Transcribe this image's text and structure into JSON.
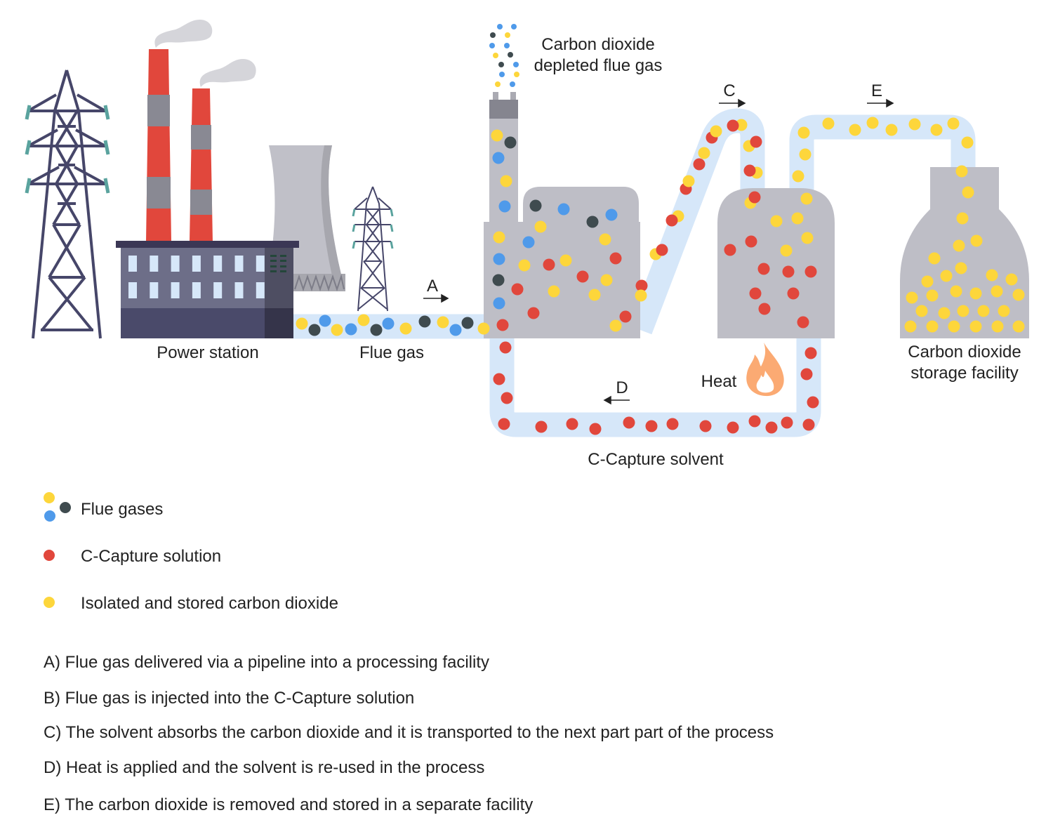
{
  "labels": {
    "power_station": "Power station",
    "flue_gas": "Flue gas",
    "depleted_line1": "Carbon dioxide",
    "depleted_line2": "depleted flue gas",
    "storage_line1": "Carbon dioxide",
    "storage_line2": "storage facility",
    "heat": "Heat",
    "solvent": "C-Capture solvent",
    "step_a": "A",
    "step_c": "C",
    "step_d": "D",
    "step_e": "E"
  },
  "legend": [
    {
      "label": "Flue gases",
      "colors": [
        "#fdd63b",
        "#3f4b4f",
        "#4f9aea"
      ]
    },
    {
      "label": "C-Capture solution",
      "colors": [
        "#e1473c"
      ]
    },
    {
      "label": "Isolated and stored carbon dioxide",
      "colors": [
        "#fdd63b"
      ]
    }
  ],
  "notes": [
    "A) Flue gas delivered via a pipeline into a processing facility",
    "B) Flue gas is injected into the C-Capture solution",
    "C) The solvent absorbs the carbon dioxide and it is transported to the next part part of the process",
    "D) Heat is applied and the solvent is re-used in the process",
    "E) The carbon dioxide is removed and stored in a separate facility"
  ],
  "colors": {
    "yellow": "#fdd63b",
    "red": "#e1473c",
    "blue": "#4f9aea",
    "dark": "#3f4b4f",
    "pipe": "#d6e7f9",
    "facility": "#bebec6",
    "tower": "#464669"
  }
}
